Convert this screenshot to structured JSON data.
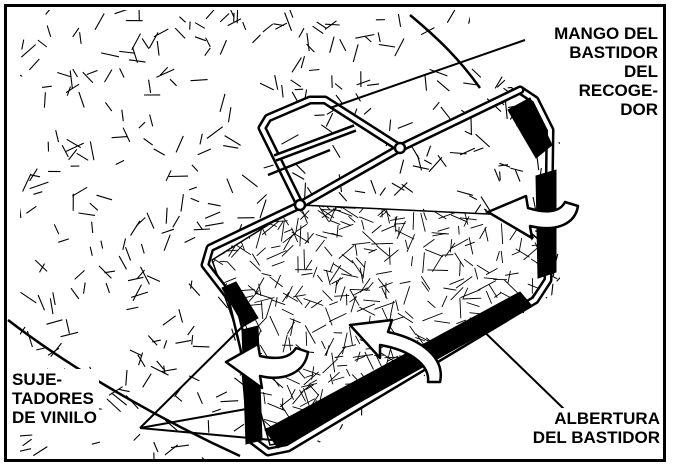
{
  "labels": {
    "frame_handle": "MANGO DEL\nBASTIDOR\nDEL\nRECOGE-\nDOR",
    "vinyl_fasteners": "SUJE-\nTADORES\nDE VINILO",
    "frame_opening": "ALBERTURA\nDEL BASTIDOR"
  },
  "colors": {
    "ink": "#000000",
    "paper": "#ffffff"
  }
}
